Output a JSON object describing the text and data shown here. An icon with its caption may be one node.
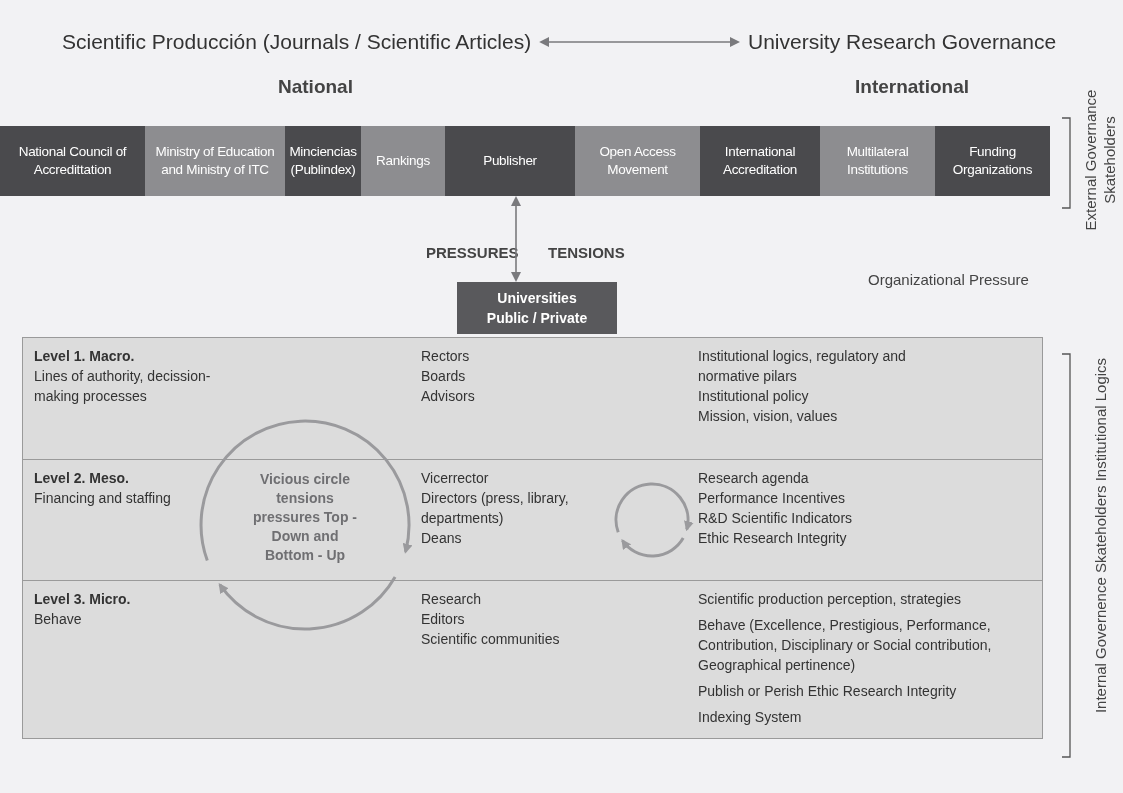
{
  "diagram": {
    "nodes": [
      {
        "text": [
          "Scientific Producción (Journals / Scientific Articles)"
        ]
      },
      {
        "text": [
          "University Research Governance"
        ]
      },
      {
        "text": [
          "National Council of Accredittation"
        ]
      },
      {
        "text": [
          "Ministry of Education and Ministry of ITC"
        ]
      },
      {
        "text": [
          "Minciencias (Publindex)"
        ]
      },
      {
        "text": [
          "Rankings"
        ]
      },
      {
        "text": [
          "Publisher"
        ]
      },
      {
        "text": [
          "Open Access Movement"
        ]
      },
      {
        "text": [
          "International Accreditation"
        ]
      },
      {
        "text": [
          "Multilateral Institutions"
        ]
      },
      {
        "text": [
          "Funding Organizations"
        ]
      },
      {
        "text": [
          "Universities Public / Private"
        ]
      },
      {
        "text": [],
        "shape": "box"
      },
      {
        "text": [
          "Level 1. Macro.",
          "Lines of authority, decission-making processes",
          "Rectors",
          "Boards",
          "Advisors",
          "Institutional logics, regulatory and normative pilars",
          "Institutional policy",
          "Mission, vision, values"
        ],
        "in": 12
      },
      {
        "text": [
          "Level 2. Meso.",
          "Financing and staffing",
          "Vicerrector",
          "Directors (press, library, departments)",
          "Deans",
          "Research agenda",
          "Performance Incentives",
          "R&D Scientific Indicators",
          "Ethic Research Integrity"
        ],
        "in": 12
      },
      {
        "text": [
          "Level 3. Micro.",
          "Behave",
          "Research",
          "Editors",
          "Scientific communities",
          "Scientific production perception, strategies",
          "Behave (Excellence, Prestigious, Performance, Contribution, Disciplinary or Social contribution, Geographical pertinence)",
          "Publish or Perish Ethic Research Integrity",
          "Indexing System"
        ],
        "in": 12
      }
    ],
    "edges": [
      {
        "from": 0,
        "to": 1,
        "arrow": "both"
      },
      {
        "from": 6,
        "to": 11,
        "arrow": "both"
      }
    ],
    "labels": [
      "National",
      "International",
      "External Governance Skateholders",
      "PRESSURES",
      "TENSIONS",
      "Organizational Pressure",
      "Internal Governence Skateholders Institutional Logics",
      "Vicious circle tensions pressures Top - Down and Bottom - Up"
    ]
  }
}
